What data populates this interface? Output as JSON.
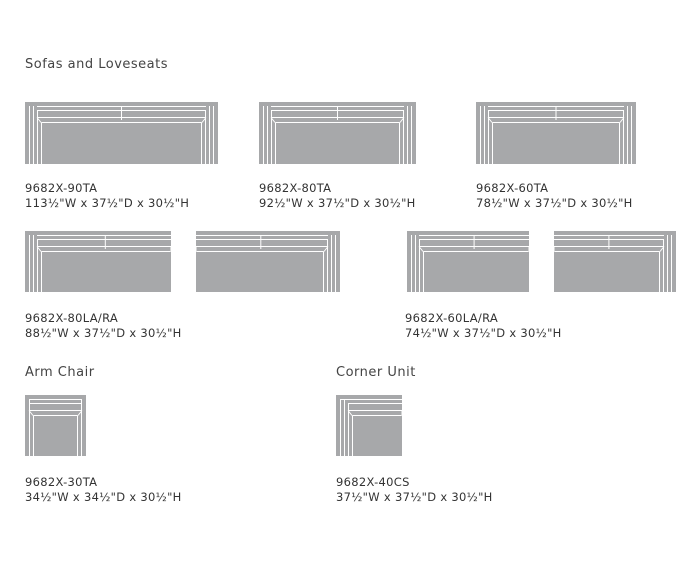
{
  "colors": {
    "fill": "#a7a8aa",
    "line": "#ffffff"
  },
  "sections": {
    "sofas": {
      "heading": "Sofas and Loveseats"
    },
    "chair": {
      "heading": "Arm Chair"
    },
    "corner": {
      "heading": "Corner Unit"
    }
  },
  "items": [
    {
      "model": "9682X-90TA",
      "dims": "113½\"W x 37½\"D x 30½\"H",
      "shapes": [
        "sofa"
      ]
    },
    {
      "model": "9682X-80TA",
      "dims": "92½\"W x 37½\"D x 30½\"H",
      "shapes": [
        "sofa"
      ]
    },
    {
      "model": "9682X-60TA",
      "dims": "78½\"W x 37½\"D x 30½\"H",
      "shapes": [
        "sofa"
      ]
    },
    {
      "model": "9682X-80LA/RA",
      "dims": "88½\"W x 37½\"D x 30½\"H",
      "shapes": [
        "left",
        "right"
      ]
    },
    {
      "model": "9682X-60LA/RA",
      "dims": "74½\"W x 37½\"D x 30½\"H",
      "shapes": [
        "left",
        "right"
      ]
    },
    {
      "model": "9682X-30TA",
      "dims": "34½\"W x 34½\"D x 30½\"H",
      "shapes": [
        "chair"
      ]
    },
    {
      "model": "9682X-40CS",
      "dims": "37½\"W x 37½\"D x 30½\"H",
      "shapes": [
        "corner"
      ]
    }
  ]
}
